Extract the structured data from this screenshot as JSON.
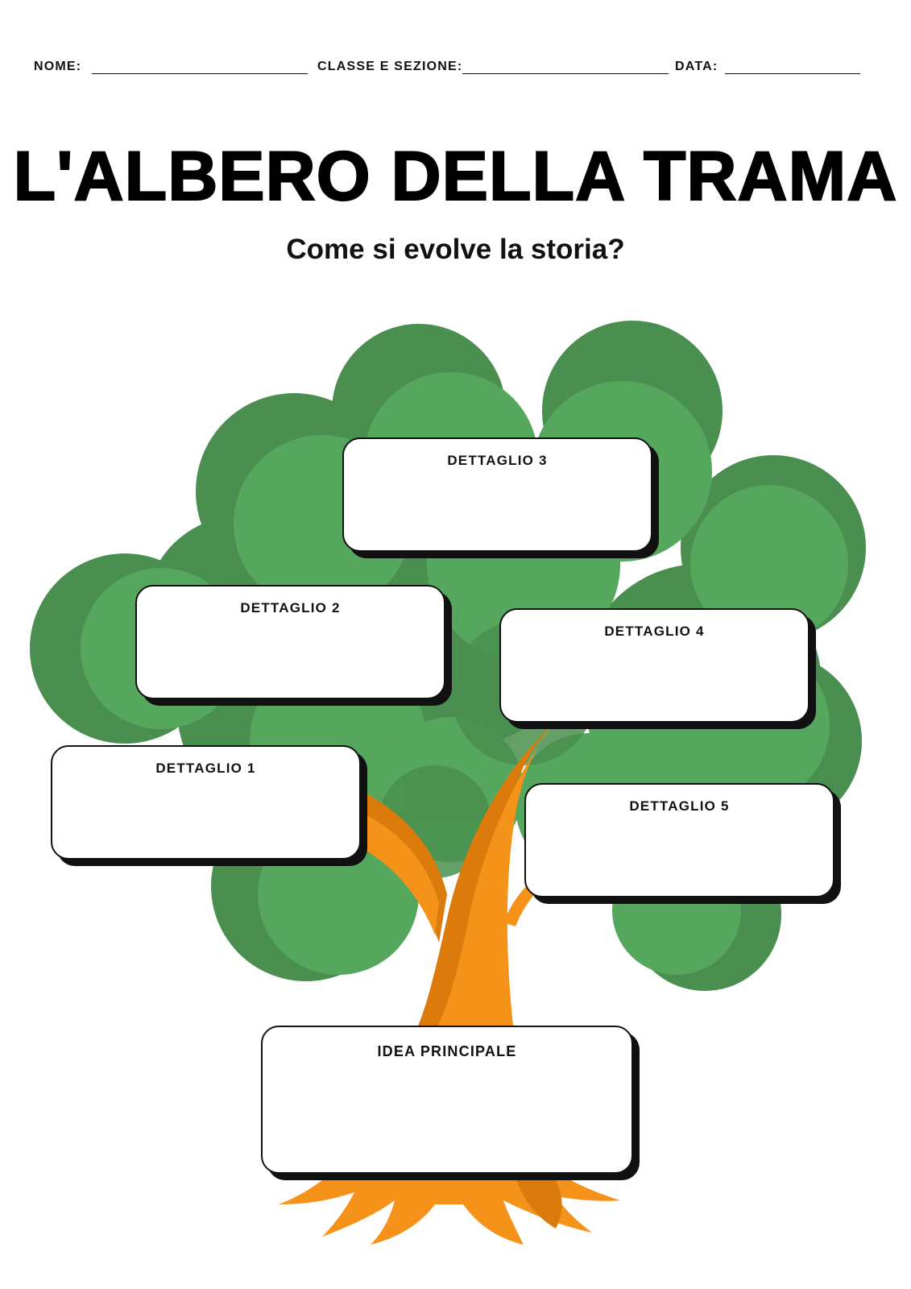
{
  "header": {
    "name_label": "NOME:",
    "class_label": "CLASSE E SEZIONE:",
    "date_label": "DATA:"
  },
  "title": "L'ALBERO DELLA TRAMA",
  "subtitle": "Come si evolve la storia?",
  "boxes": {
    "detail3": "DETTAGLIO 3",
    "detail2": "DETTAGLIO 2",
    "detail4": "DETTAGLIO 4",
    "detail1": "DETTAGLIO 1",
    "detail5": "DETTAGLIO 5",
    "main": "IDEA PRINCIPALE"
  },
  "colors": {
    "foliage_dark": "#4a8f4f",
    "foliage_light": "#55a75d",
    "trunk": "#f59219",
    "trunk_shade": "#db7b0b",
    "outline": "#111111"
  }
}
